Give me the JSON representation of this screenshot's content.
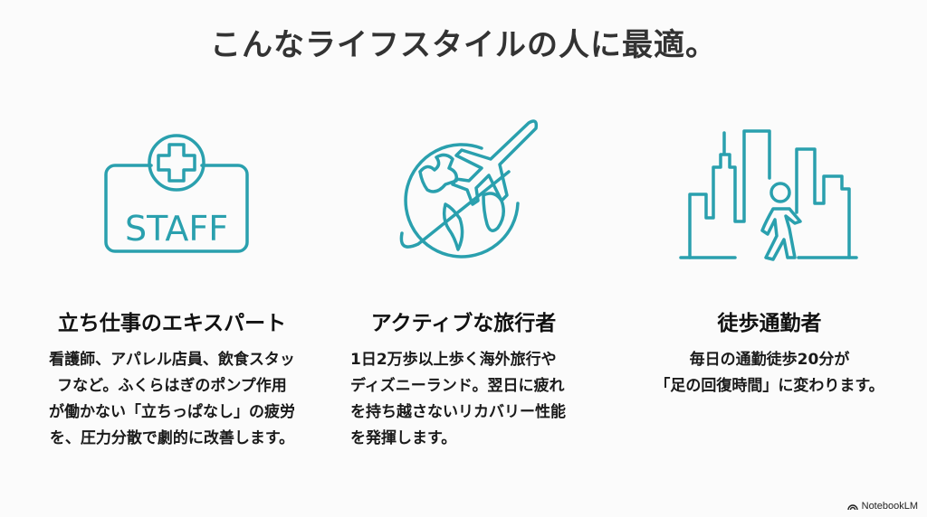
{
  "title": "こんなライフスタイルの人に最適。",
  "accent_color": "#2aa0ae",
  "columns": [
    {
      "icon": "staff-medical-badge-icon",
      "icon_text": "STAFF",
      "heading": "立ち仕事のエキスパート",
      "lines": [
        "看護師、アパレル店員、飲食スタッ",
        "フなど。ふくらはぎのポンプ作用",
        "が働かない「立ちっぱなし」の疲労",
        "を、圧力分散で劇的に改善します。"
      ]
    },
    {
      "icon": "globe-airplane-icon",
      "heading": "アクティブな旅行者",
      "lines": [
        "1日2万歩以上歩く海外旅行や",
        "ディズニーランド。翌日に疲れ",
        "を持ち越さないリカバリー性能",
        "を発揮します。"
      ]
    },
    {
      "icon": "city-walker-icon",
      "heading": "徒歩通勤者",
      "lines": [
        "毎日の通勤徒歩20分が",
        "「足の回復時間」に変わります。"
      ]
    }
  ],
  "brand": {
    "icon": "notebooklm-logo-icon",
    "label": "NotebookLM"
  }
}
